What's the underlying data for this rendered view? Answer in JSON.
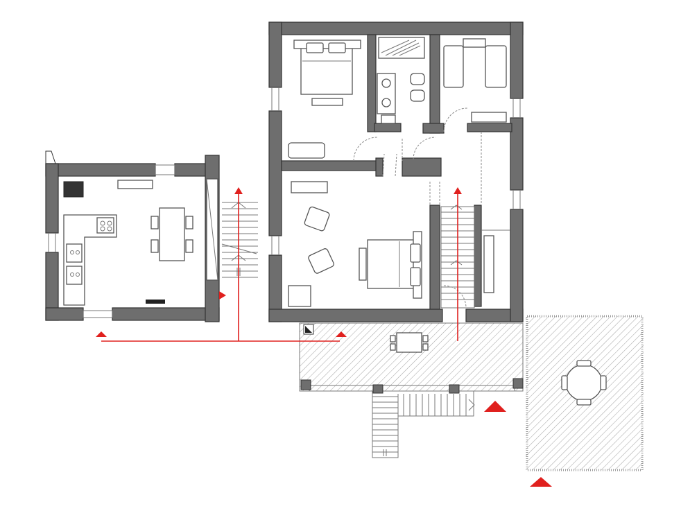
{
  "colors": {
    "wall": "#6e6e6e",
    "route": "#e0201e",
    "hatch": "#9a9a9a",
    "line": "#555555"
  },
  "icons": {
    "entrance_marker": "filled-red-triangle",
    "section_arrow": "red-pointer",
    "north": "corner-square-marker"
  }
}
